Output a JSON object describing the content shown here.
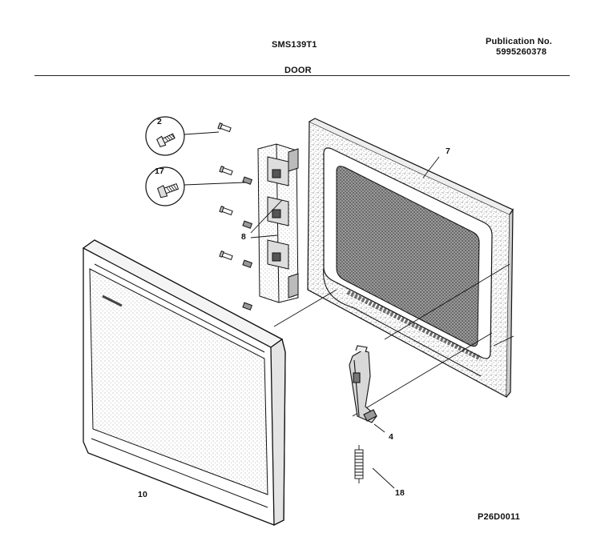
{
  "header": {
    "model": "SMS139T1",
    "publication_label": "Publication No.",
    "publication_number": "5995260378",
    "section": "DOOR"
  },
  "callouts": {
    "screw_2": "2",
    "screw_17": "17",
    "hinge_bracket_8": "8",
    "door_panel_7": "7",
    "latch_4": "4",
    "spring_18": "18",
    "door_front_10": "10"
  },
  "footer": {
    "drawing_code": "P26D0011"
  }
}
